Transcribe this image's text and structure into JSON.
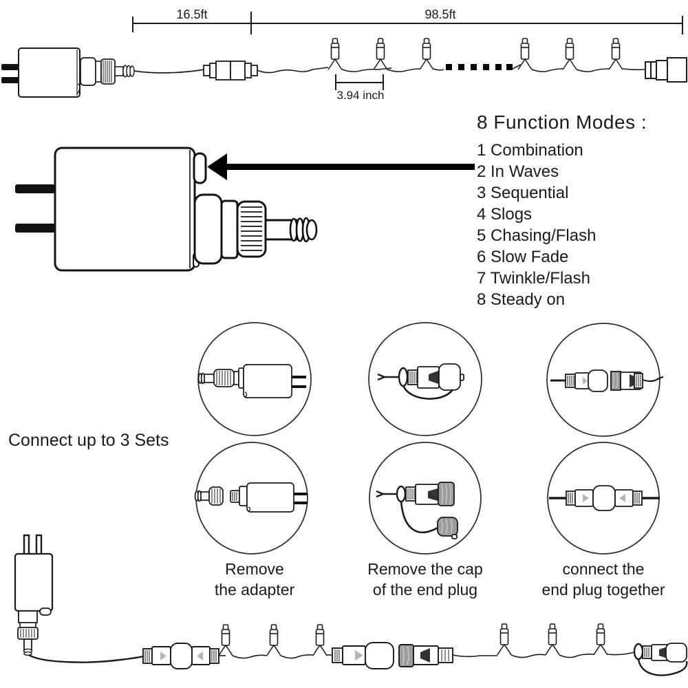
{
  "top_diagram": {
    "lead_length_label": "16.5ft",
    "string_length_label": "98.5ft",
    "bulb_spacing_label": "3.94 inch"
  },
  "function_modes": {
    "title": "8 Function Modes :",
    "items": [
      "1 Combination",
      "2 In Waves",
      "3 Sequential",
      "4 Slogs",
      "5 Chasing/Flash",
      "6 Slow Fade",
      "7 Twinkle/Flash",
      "8 Steady on"
    ]
  },
  "connection_guide": {
    "heading": "Connect up to 3 Sets",
    "steps": [
      {
        "line1": "Remove",
        "line2": "the adapter"
      },
      {
        "line1": "Remove the cap",
        "line2": "of the end plug"
      },
      {
        "line1": "connect the",
        "line2": "end plug together"
      }
    ]
  },
  "colors": {
    "line": "#1a1a1a",
    "text": "#1a1a1a",
    "background": "#ffffff",
    "texture_gray": "#9c9c9c",
    "nose_dark": "#333333"
  }
}
